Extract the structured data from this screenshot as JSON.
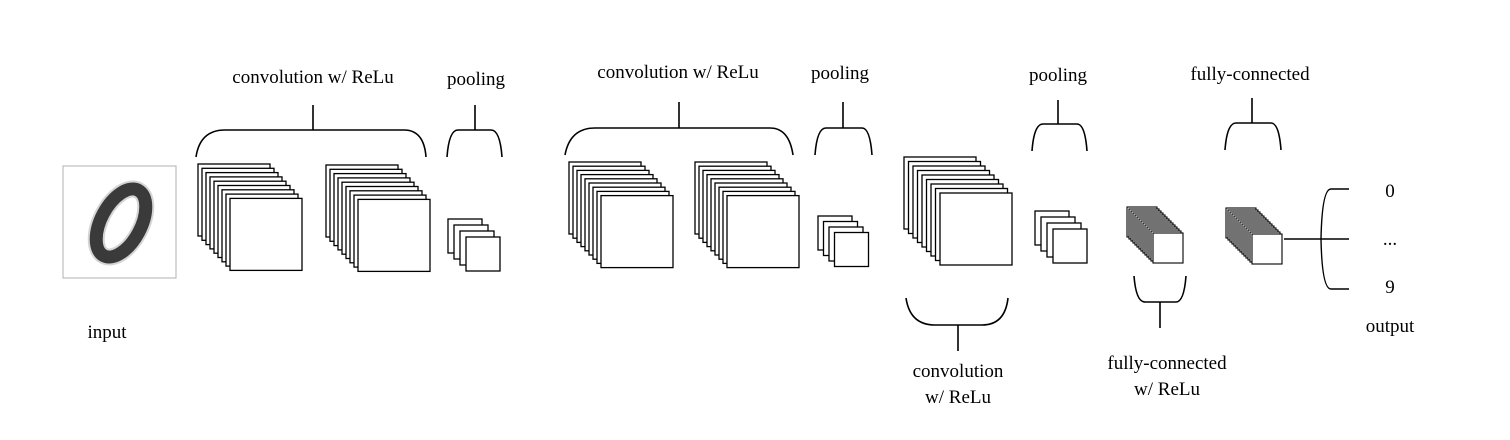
{
  "labels": {
    "input": "input",
    "conv1": "convolution w/ ReLu",
    "pool1": "pooling",
    "conv2": "convolution w/ ReLu",
    "pool2": "pooling",
    "conv3_line1": "convolution",
    "conv3_line2": "w/ ReLu",
    "pool3": "pooling",
    "fc1_line1": "fully-connected",
    "fc1_line2": "w/ ReLu",
    "fc2": "fully-connected",
    "output": "output",
    "out_top": "0",
    "out_mid": "...",
    "out_bottom": "9"
  },
  "input_image": {
    "depicts": "handwritten digit 0",
    "icon": "digit-zero-image"
  }
}
